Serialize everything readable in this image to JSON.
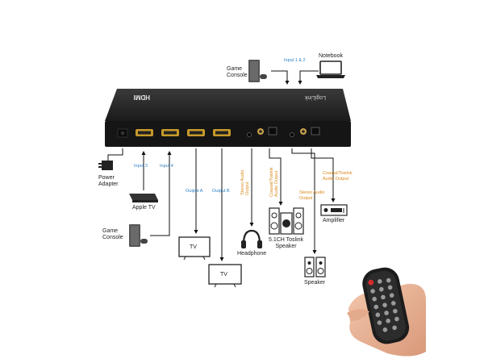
{
  "device": {
    "logo_hdmi": "HDMI",
    "brand": "LogiLink"
  },
  "labels": {
    "game_console_top": "Game\nConsole",
    "input_1_2": "Input 1 & 2",
    "notebook": "Notebook",
    "power_adapter": "Power\nAdapter",
    "input_3": "Input 3",
    "input_4": "Input 4",
    "apple_tv": "Apple TV",
    "game_console_bottom": "Game\nConsole",
    "output_a": "Output A",
    "output_b": "Output B",
    "tv_1": "TV",
    "tv_2": "TV",
    "stereo_audio_output_1": "Stereo Audio\nOutput",
    "headphone": "Headphone",
    "coaxial_toslink_1": "Coaxial/Toslink\nAudio Output",
    "speaker_51": "5.1CH Toslink\nSpeaker",
    "stereo_audio_output_2": "Stereo Audio\nOutput",
    "speaker": "Speaker",
    "coaxial_toslink_2": "Coaxial/Toslink\nAudio Output",
    "amplifier": "Amplifier"
  },
  "colors": {
    "device_body": "#161616",
    "device_top": "#2a2a2a",
    "hdmi_port": "#c89a2a",
    "blue_text": "#2b7fc4",
    "orange_text": "#d98a1c",
    "line": "#111111",
    "remote_red_button": "#d62b2b",
    "skin": "#e9b79a"
  }
}
